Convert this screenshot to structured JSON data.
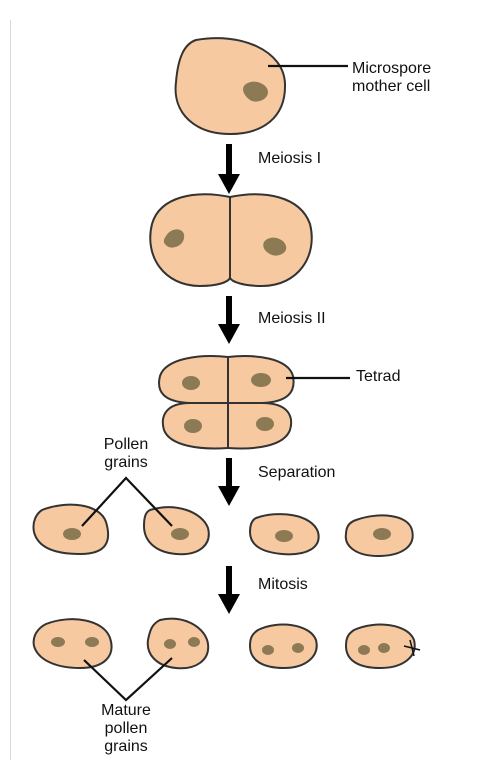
{
  "labels": {
    "microspore_line1": "Microspore",
    "microspore_line2": "mother cell",
    "meiosis1": "Meiosis I",
    "meiosis2": "Meiosis II",
    "tetrad": "Tetrad",
    "pollen_line1": "Pollen",
    "pollen_line2": "grains",
    "separation": "Separation",
    "mitosis": "Mitosis",
    "mature_line1": "Mature",
    "mature_line2": "pollen",
    "mature_line3": "grains"
  },
  "colors": {
    "cell_fill": "#f6c9a0",
    "cell_outline": "#333333",
    "nucleus": "#8c7a55"
  }
}
